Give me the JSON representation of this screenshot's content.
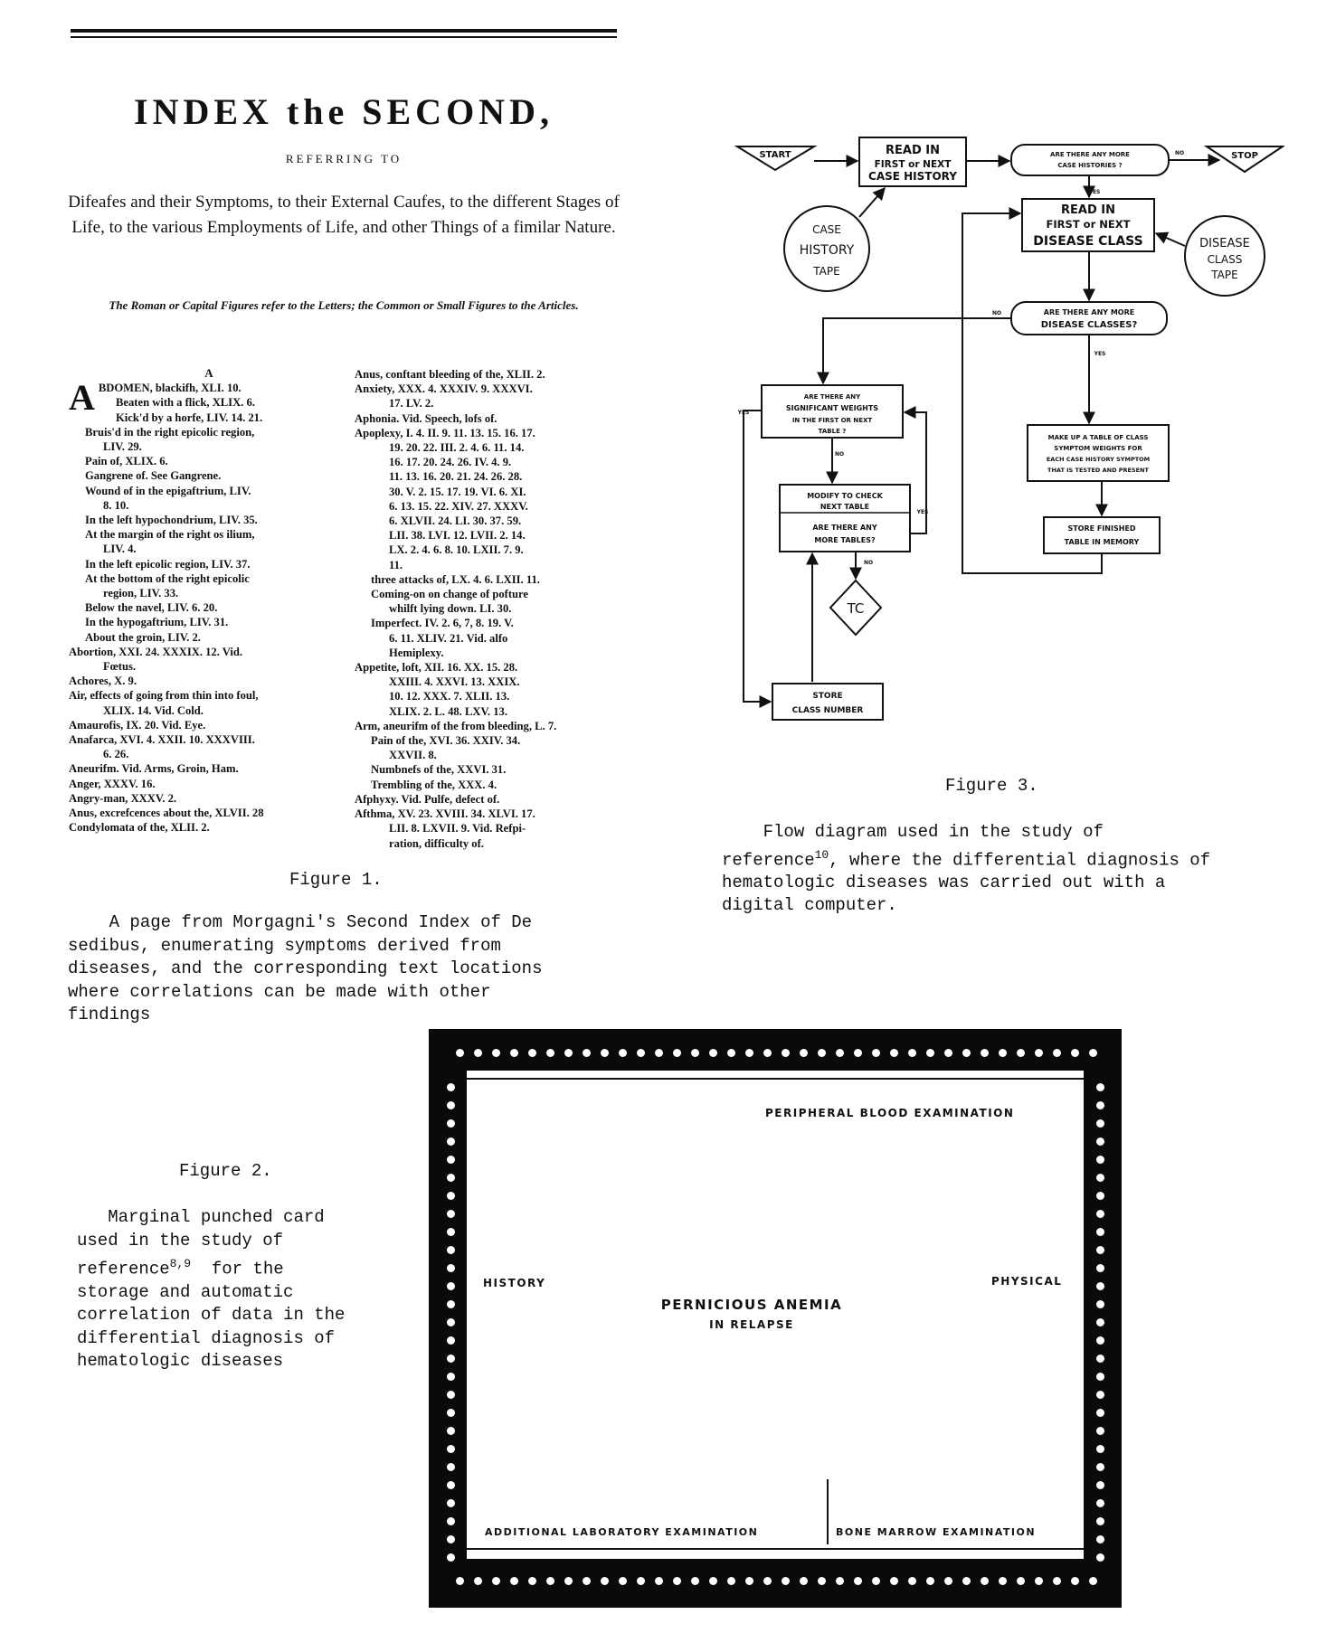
{
  "figure1": {
    "title": "INDEX the SECOND,",
    "referring": "REFERRING TO",
    "description": "Difeafes and their Symptoms, to their External Caufes, to the different Stages of Life, to the various Employments of Life, and other Things of a fimilar Nature.",
    "note": "The Roman or Capital Figures refer to the Letters; the Common or Small Figures to the Articles.",
    "letter": "A",
    "dropcap": "A",
    "left_column": [
      "BDOMEN, blackifh, XLI. 10.",
      "Beaten with a flick, XLIX. 6.",
      "Kick'd by a horfe, LIV. 14. 21.",
      "Bruis'd in the right epicolic region,",
      "LIV. 29.",
      "Pain of, XLIX. 6.",
      "Gangrene of. See Gangrene.",
      "Wound of in the epigaftrium, LIV.",
      "8. 10.",
      "In the left hypochondrium, LIV. 35.",
      "At the margin of the right os ilium,",
      "LIV. 4.",
      "In the left epicolic region, LIV. 37.",
      "At the bottom of the right epicolic",
      "region, LIV. 33.",
      "Below the navel, LIV. 6. 20.",
      "In the hypogaftrium, LIV. 31.",
      "About the groin, LIV. 2.",
      "Abortion, XXI. 24. XXXIX. 12. Vid.",
      "Fœtus.",
      "Achores, X. 9.",
      "Air, effects of going from thin into foul,",
      "XLIX. 14. Vid. Cold.",
      "Amaurofis, IX. 20. Vid. Eye.",
      "Anafarca, XVI. 4. XXII. 10. XXXVIII.",
      "6. 26.",
      "Aneurifm. Vid. Arms, Groin, Ham.",
      "Anger, XXXV. 16.",
      "Angry-man, XXXV. 2.",
      "Anus, excrefcences about the, XLVII. 28",
      "Condylomata of the, XLII. 2."
    ],
    "right_column": [
      "Anus, conftant bleeding of the, XLII. 2.",
      "Anxiety, XXX. 4. XXXIV. 9. XXXVI.",
      "17. LV. 2.",
      "Aphonia. Vid. Speech, lofs of.",
      "Apoplexy, I. 4. II. 9. 11. 13. 15. 16. 17.",
      "19. 20. 22. III. 2. 4. 6. 11. 14.",
      "16. 17. 20. 24. 26. IV. 4. 9.",
      "11. 13. 16. 20. 21. 24. 26. 28.",
      "30. V. 2. 15. 17. 19. VI. 6. XI.",
      "6. 13. 15. 22. XIV. 27. XXXV.",
      "6. XLVII. 24. LI. 30. 37. 59.",
      "LII. 38. LVI. 12. LVII. 2. 14.",
      "LX. 2. 4. 6. 8. 10. LXII. 7. 9.",
      "11.",
      "three attacks of, LX. 4. 6. LXII. 11.",
      "Coming-on on change of pofture",
      "whilft lying down. LI. 30.",
      "Imperfect. IV. 2. 6, 7, 8. 19. V.",
      "6. 11. XLIV. 21. Vid. alfo",
      "Hemiplexy.",
      "Appetite, loft, XII. 16. XX. 15. 28.",
      "XXIII. 4. XXVI. 13. XXIX.",
      "10. 12. XXX. 7. XLII. 13.",
      "XLIX. 2. L. 48. LXV. 13.",
      "Arm, aneurifm of the from bleeding, L. 7.",
      "Pain of the, XVI. 36. XXIV. 34.",
      "XXVII. 8.",
      "Numbnefs of the, XXVI. 31.",
      "Trembling of the, XXX. 4.",
      "Afphyxy. Vid. Pulfe, defect of.",
      "Afthma, XV. 23. XVIII. 34. XLVI. 17.",
      "LII. 8. LXVII. 9. Vid. Refpi-",
      "ration, difficulty of."
    ],
    "caption_label": "Figure 1.",
    "caption_lines": [
      "    A page from Morgagni's Second Index of De",
      "sedibus, enumerating symptoms derived from",
      "diseases, and the corresponding text locations",
      "where correlations can be made with other",
      "findings"
    ]
  },
  "figure3": {
    "nodes": {
      "start": "START",
      "read_case": [
        "READ IN",
        "FIRST or NEXT",
        "CASE HISTORY"
      ],
      "more_cases": [
        "ARE THERE ANY MORE",
        "CASE HISTORIES ?"
      ],
      "stop": "STOP",
      "case_tape": [
        "CASE",
        "HISTORY",
        "TAPE"
      ],
      "read_disease": [
        "READ IN",
        "FIRST or NEXT",
        "DISEASE CLASS"
      ],
      "disease_tape": [
        "DISEASE",
        "CLASS",
        "TAPE"
      ],
      "more_classes": [
        "ARE THERE ANY MORE",
        "DISEASE CLASSES?"
      ],
      "sig_weights": [
        "ARE THERE ANY",
        "SIGNIFICANT WEIGHTS",
        "IN THE FIRST OR NEXT",
        "TABLE ?"
      ],
      "make_table": [
        "MAKE UP A TABLE OF CLASS",
        "SYMPTOM WEIGHTS FOR",
        "EACH CASE HISTORY SYMPTOM",
        "THAT IS TESTED AND PRESENT"
      ],
      "modify": [
        "MODIFY TO CHECK",
        "NEXT TABLE"
      ],
      "more_tables": [
        "ARE THERE ANY",
        "MORE TABLES?"
      ],
      "store_table": [
        "STORE FINISHED",
        "TABLE IN MEMORY"
      ],
      "tc": "TC",
      "store_class": [
        "STORE",
        "CLASS NUMBER"
      ]
    },
    "edge_labels": {
      "no": "NO",
      "yes": "YES"
    },
    "caption_label": "Figure 3.",
    "caption_line1": "    Flow diagram used in the study of",
    "caption_line2a": "reference",
    "caption_ref": "10",
    "caption_line2b": ", where the differential diagnosis of",
    "caption_line3": "hematologic diseases was carried out with a",
    "caption_line4": "digital computer."
  },
  "figure2": {
    "caption_label": "Figure 2.",
    "caption_line1": "   Marginal punched card",
    "caption_line2": "used in the study of",
    "caption_line3a": "reference",
    "caption_ref": "8,9",
    "caption_line3b": "  for the",
    "caption_line4": "storage and automatic",
    "caption_line5": "correlation of data in the",
    "caption_line6": "differential diagnosis of",
    "caption_line7": "hematologic diseases",
    "card": {
      "top_label": "PERIPHERAL BLOOD EXAMINATION",
      "left_label": "HISTORY",
      "right_label": "PHYSICAL",
      "center_line1": "PERNICIOUS ANEMIA",
      "center_line2": "IN RELAPSE",
      "bottom_left_label": "ADDITIONAL LABORATORY EXAMINATION",
      "bottom_right_label": "BONE MARROW EXAMINATION"
    }
  }
}
